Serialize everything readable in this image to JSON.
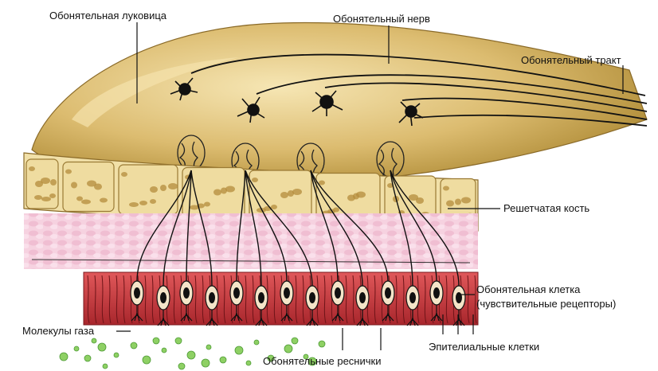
{
  "labels": {
    "bulb": "Обонятельная луковица",
    "nerve": "Обонятельный нерв",
    "tract": "Обонятельный тракт",
    "bone": "Решетчатая кость",
    "cell_line1": "Обонятельная клетка",
    "cell_line2": "(чувствительные рецепторы)",
    "gas": "Молекулы газа",
    "epithelial": "Эпителиальные клетки",
    "cilia": "Обонятельные реснички"
  },
  "colors": {
    "bulb_fill": "#d9b86a",
    "bulb_highlight": "#f0dca0",
    "bone_fill": "#ecd9a0",
    "bone_spots": "#b08a3a",
    "membrane": "#f3c6d8",
    "epithelium": "#c8343a",
    "neuron": "#111111",
    "gas_molecule": "#7dc25a"
  }
}
